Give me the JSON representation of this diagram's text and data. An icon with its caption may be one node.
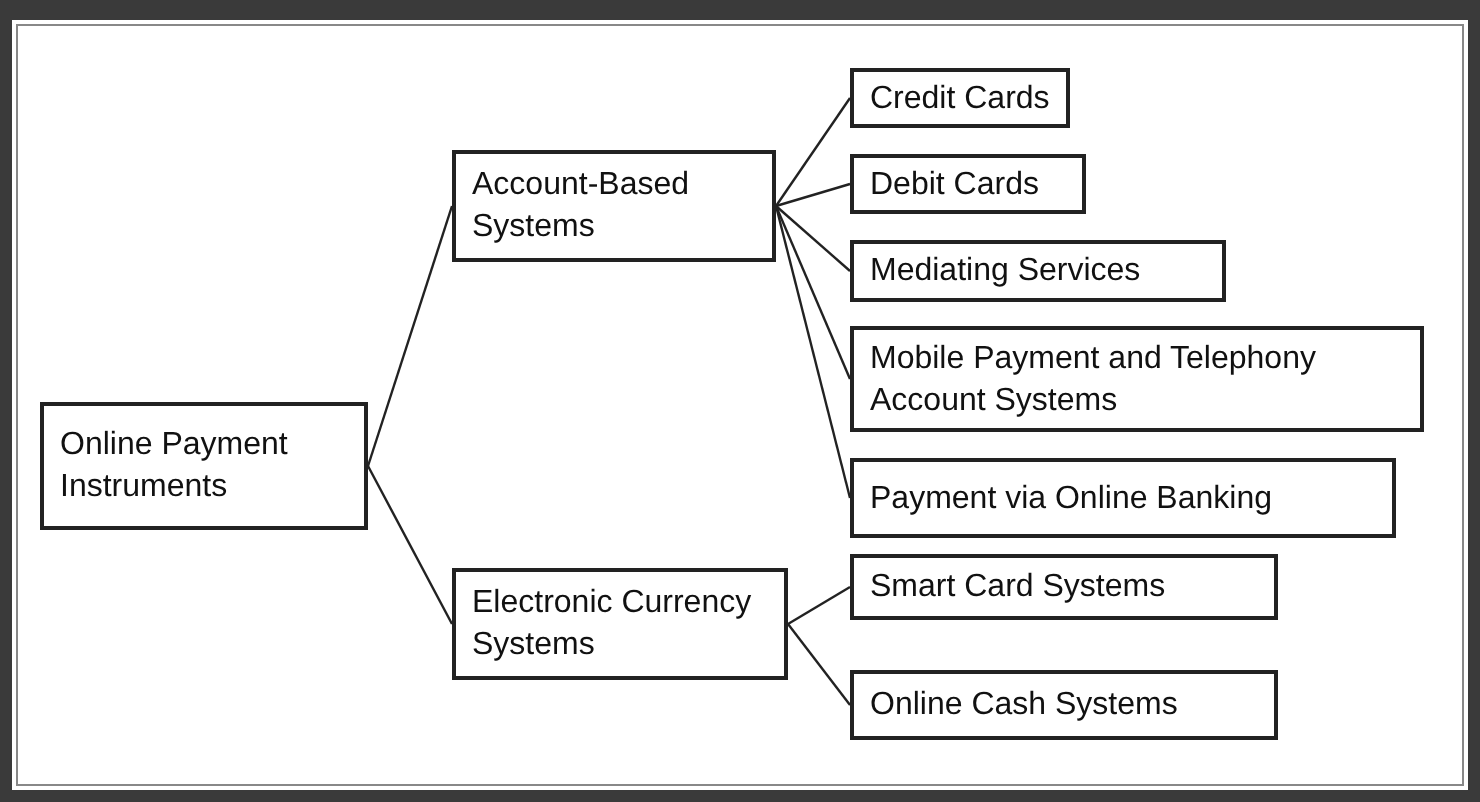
{
  "diagram": {
    "nodes": [
      {
        "text": [
          "Online Payment Instruments"
        ]
      },
      {
        "text": [
          "Account-Based Systems"
        ]
      },
      {
        "text": [
          "Electronic Currency Systems"
        ]
      },
      {
        "text": [
          "Credit Cards"
        ]
      },
      {
        "text": [
          "Debit Cards"
        ]
      },
      {
        "text": [
          "Mediating Services"
        ]
      },
      {
        "text": [
          "Mobile Payment and Telephony Account Systems"
        ]
      },
      {
        "text": [
          "Payment via Online Banking"
        ]
      },
      {
        "text": [
          "Smart Card Systems"
        ]
      },
      {
        "text": [
          "Online Cash Systems"
        ]
      }
    ],
    "edges": [
      {
        "from": 0,
        "to": 1,
        "arrow": "none"
      },
      {
        "from": 0,
        "to": 2,
        "arrow": "none"
      },
      {
        "from": 1,
        "to": 3,
        "arrow": "none"
      },
      {
        "from": 1,
        "to": 4,
        "arrow": "none"
      },
      {
        "from": 1,
        "to": 5,
        "arrow": "none"
      },
      {
        "from": 1,
        "to": 6,
        "arrow": "none"
      },
      {
        "from": 1,
        "to": 7,
        "arrow": "none"
      },
      {
        "from": 2,
        "to": 8,
        "arrow": "none"
      },
      {
        "from": 2,
        "to": 9,
        "arrow": "none"
      }
    ]
  }
}
